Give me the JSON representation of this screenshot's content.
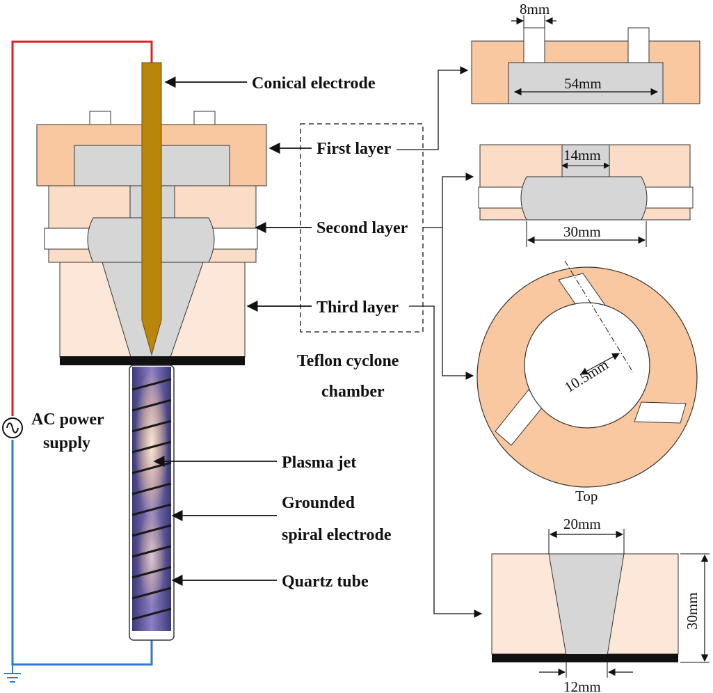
{
  "labels": {
    "conical_electrode": "Conical electrode",
    "first_layer": "First layer",
    "second_layer": "Second layer",
    "third_layer": "Third layer",
    "teflon_line1": "Teflon cyclone",
    "teflon_line2": "chamber",
    "ac_line1": "AC power",
    "ac_line2": "supply",
    "plasma_jet": "Plasma jet",
    "grounded_line1": "Grounded",
    "grounded_line2": "spiral electrode",
    "quartz_tube": "Quartz tube",
    "top": "Top"
  },
  "dimensions": {
    "first_slot": "8mm",
    "first_width": "54mm",
    "second_neck": "14mm",
    "second_width": "30mm",
    "ring_radius": "10.5mm",
    "third_top": "20mm",
    "third_bottom": "12mm",
    "third_height": "30mm"
  },
  "colors": {
    "first_layer": "#f9c8a0",
    "second_layer": "#fbdcc6",
    "third_layer": "#fde7d9",
    "insert_gray": "#d6d6d6",
    "electrode": "#b8860b",
    "ac_wire": "#e02020",
    "ground_wire": "#2a7bc8",
    "plasma": "#6a5a9e"
  }
}
